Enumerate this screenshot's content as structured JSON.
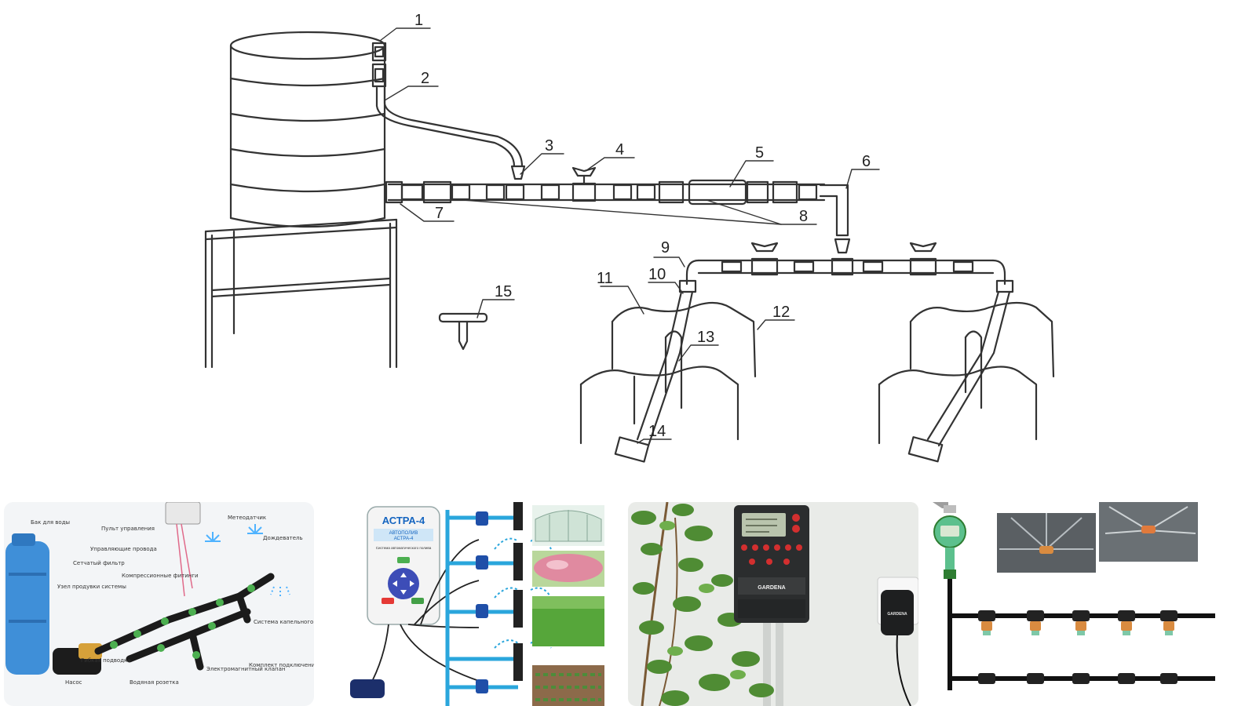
{
  "main": {
    "callouts": [
      "1",
      "2",
      "3",
      "4",
      "5",
      "6",
      "7",
      "8",
      "9",
      "10",
      "11",
      "12",
      "13",
      "14",
      "15"
    ]
  },
  "panel1": {
    "labels": {
      "tank": "Бак для воды",
      "remote": "Пульт управления",
      "meteo": "Метеодатчик",
      "sprinkler": "Дождеватель",
      "control_wires": "Управляющие провода",
      "mesh_filter": "Сетчатый фильтр",
      "compression": "Компрессионные фитинги",
      "purge": "Узел продувки системы",
      "drip_system": "Система капельного полива",
      "pump": "Насос",
      "flex_hose": "Гибкая подводка",
      "water_socket": "Водяная розетка",
      "valve": "Электромагнитный клапан",
      "drip_kit": "Комплект подключения капельного полива"
    }
  },
  "panel2": {
    "device_title": "АСТРА-4",
    "device_sub1": "АВТОПОЛИВ",
    "device_sub2": "АСТРА-4",
    "device_desc": "Система автоматического полива"
  },
  "panel3": {
    "brand1": "GARDENA",
    "brand2": "GARDENA"
  },
  "colors": {
    "accent_blue": "#2aa6dc",
    "garden_green": "#2e7d32",
    "tank_blue": "#3f8fd8"
  }
}
